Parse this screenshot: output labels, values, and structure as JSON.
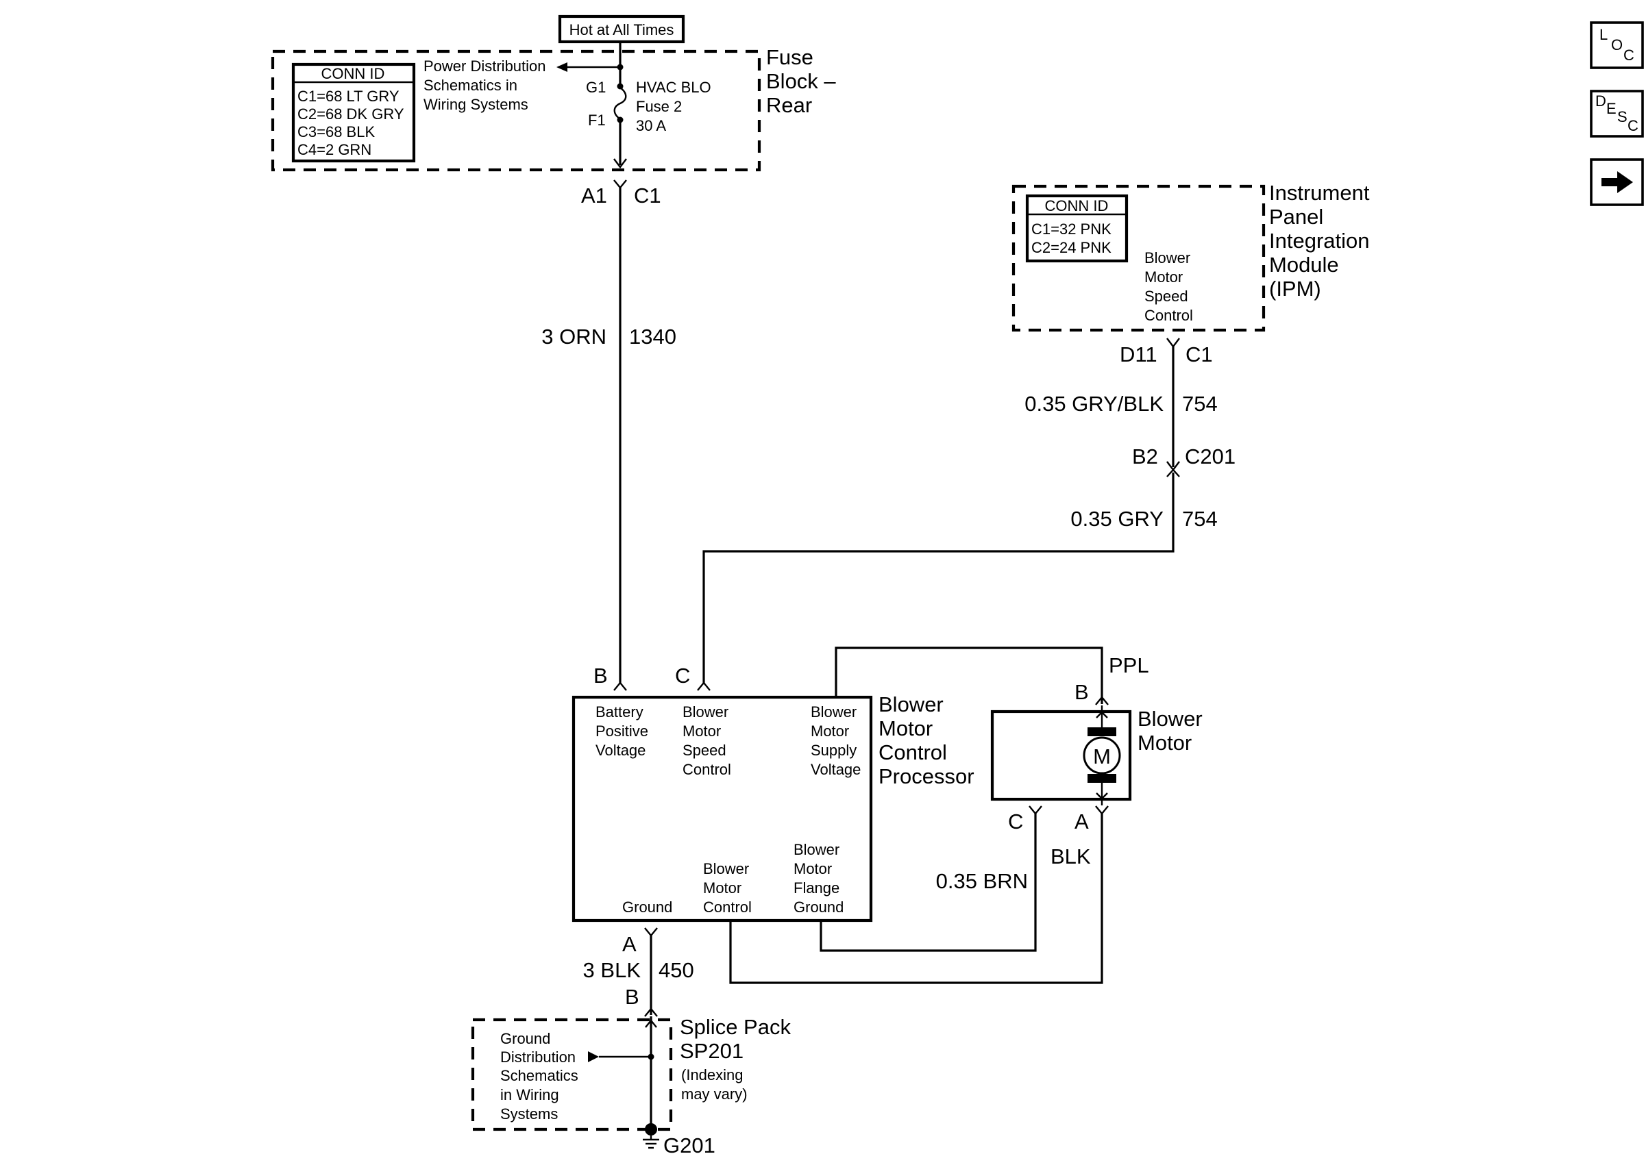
{
  "hot_label": "Hot at All Times",
  "fuse_block": {
    "title": [
      "Fuse",
      "Block –",
      "Rear"
    ],
    "conn_id": {
      "header": "CONN ID",
      "rows": [
        "C1=68 LT GRY",
        "C2=68 DK GRY",
        "C3=68 BLK",
        "C4=2 GRN"
      ]
    },
    "power_dist": [
      "Power Distribution",
      "Schematics in",
      "Wiring Systems"
    ],
    "pin_top": "G1",
    "pin_bottom": "F1",
    "fuse_text": [
      "HVAC BLO",
      "Fuse 2",
      "30 A"
    ],
    "out_pin": "A1",
    "out_conn": "C1"
  },
  "wire_orn": {
    "size_color": "3 ORN",
    "circuit": "1340"
  },
  "ipm": {
    "title": [
      "Instrument",
      "Panel",
      "Integration",
      "Module",
      "(IPM)"
    ],
    "conn_id": {
      "header": "CONN ID",
      "rows": [
        "C1=32 PNK",
        "C2=24 PNK"
      ]
    },
    "function": [
      "Blower",
      "Motor",
      "Speed",
      "Control"
    ],
    "out_pin": "D11",
    "out_conn": "C1"
  },
  "wire_gry_blk": {
    "size_color": "0.35 GRY/BLK",
    "circuit": "754"
  },
  "inline_c201": {
    "pin": "B2",
    "conn": "C201"
  },
  "wire_gry": {
    "size_color": "0.35 GRY",
    "circuit": "754"
  },
  "processor": {
    "title": [
      "Blower",
      "Motor",
      "Control",
      "Processor"
    ],
    "pin_b": "B",
    "pin_c": "C",
    "pin_a": "A",
    "battery": [
      "Battery",
      "Positive",
      "Voltage"
    ],
    "speed_ctrl": [
      "Blower",
      "Motor",
      "Speed",
      "Control"
    ],
    "supply": [
      "Blower",
      "Motor",
      "Supply",
      "Voltage"
    ],
    "ground": "Ground",
    "motor_ctrl": [
      "Blower",
      "Motor",
      "Control"
    ],
    "flange_gnd": [
      "Blower",
      "Motor",
      "Flange",
      "Ground"
    ]
  },
  "wire_ppl": {
    "color": "PPL"
  },
  "blower_motor": {
    "title": [
      "Blower",
      "Motor"
    ],
    "pin_b": "B",
    "pin_c": "C",
    "pin_a": "A",
    "symbol": "M"
  },
  "wire_blk": {
    "color": "BLK"
  },
  "wire_brn": {
    "size_color": "0.35 BRN"
  },
  "wire_ground": {
    "size_color": "3 BLK",
    "circuit": "450",
    "pin_b": "B"
  },
  "splice_pack": {
    "title": [
      "Splice Pack",
      "SP201"
    ],
    "note": [
      "(Indexing",
      "may vary)"
    ],
    "ground_dist": [
      "Ground",
      "Distribution",
      "Schematics",
      "in Wiring",
      "Systems"
    ],
    "ground_id": "G201"
  },
  "nav": {
    "loc_letters": [
      "L",
      "O",
      "C"
    ],
    "desc_letters": [
      "D",
      "E",
      "S",
      "C"
    ],
    "next_icon": "arrow-right-icon"
  }
}
